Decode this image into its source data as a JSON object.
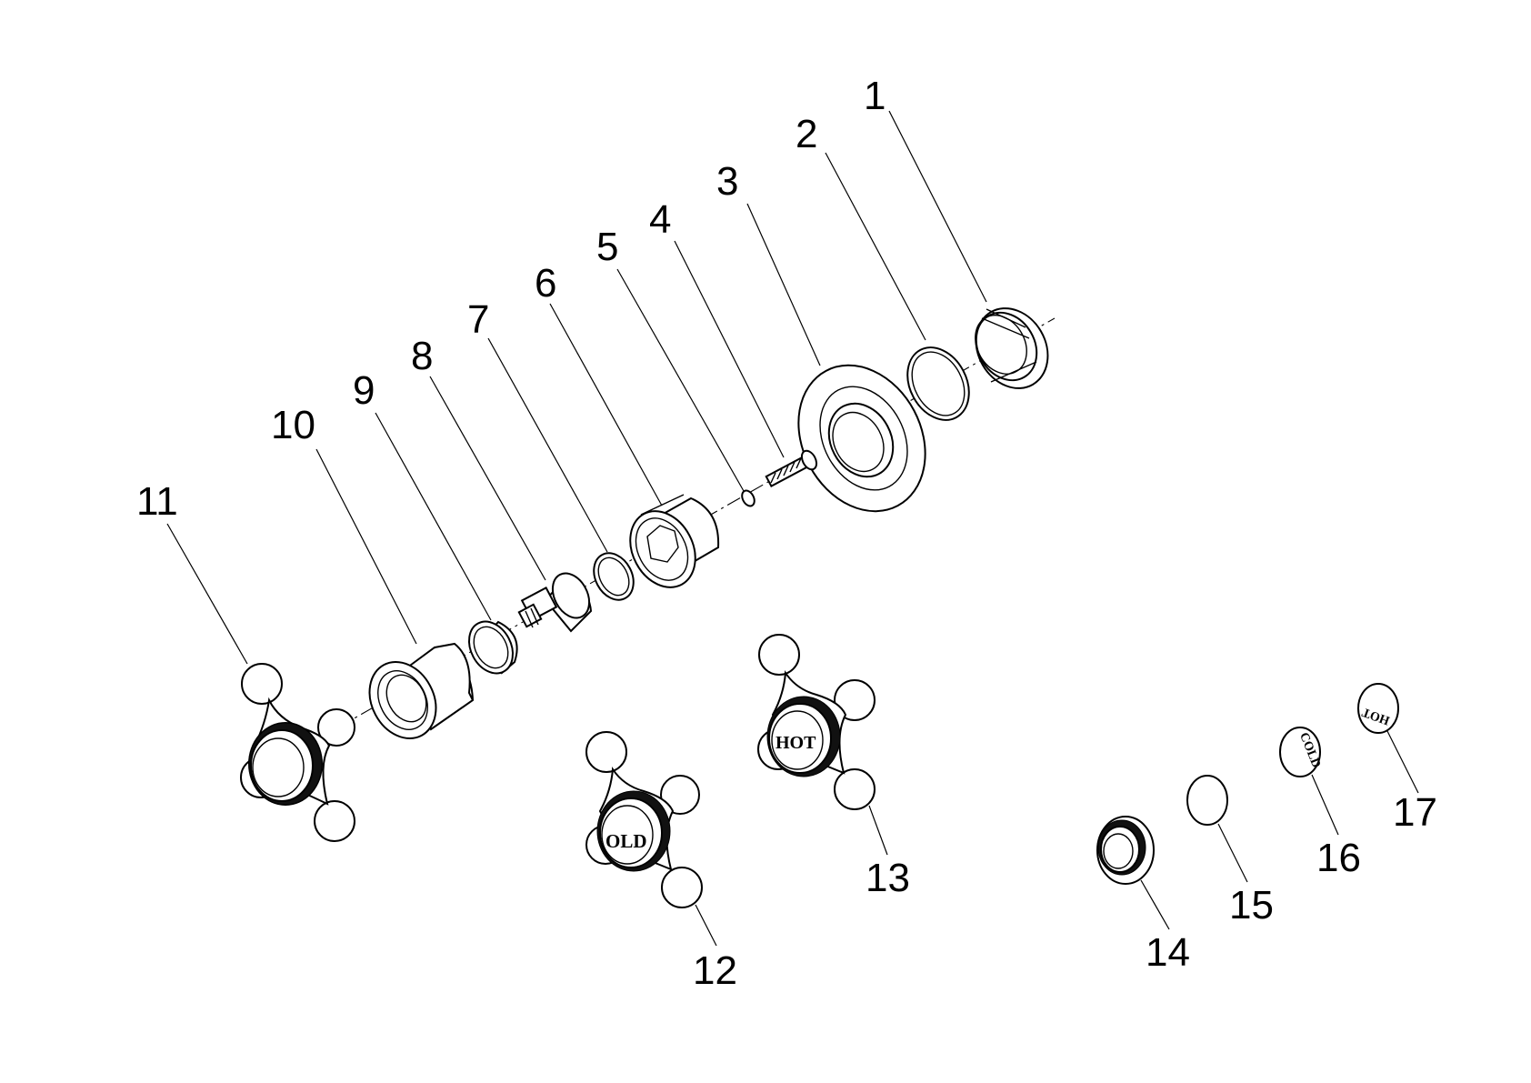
{
  "callouts": [
    "1",
    "2",
    "3",
    "4",
    "5",
    "6",
    "7",
    "8",
    "9",
    "10",
    "11",
    "12",
    "13",
    "14",
    "15",
    "16",
    "17"
  ],
  "stamps": {
    "cold_handle": "OLD",
    "hot_handle": "HOT",
    "cold_disc": "COLD",
    "hot_disc": "HOT"
  }
}
